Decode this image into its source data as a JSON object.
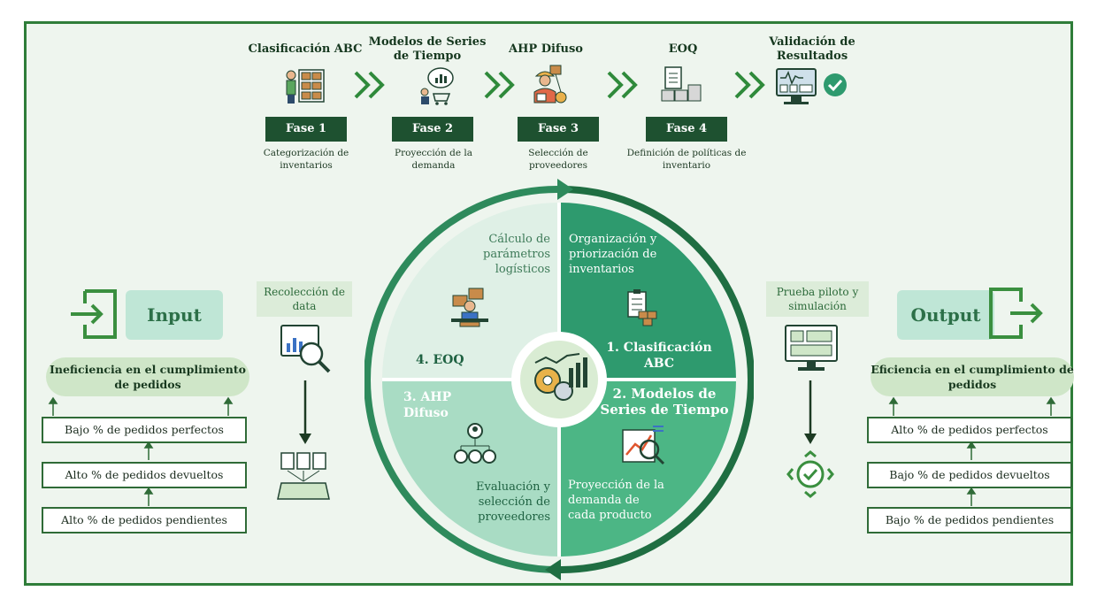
{
  "phases": [
    {
      "title": "Clasificación ABC",
      "label": "Fase 1",
      "desc": "Categorización de inventarios",
      "icon": "warehouse-worker-icon"
    },
    {
      "title": "Modelos de Series de Tiempo",
      "label": "Fase 2",
      "desc": "Proyección de la demanda",
      "icon": "forecast-shopper-icon"
    },
    {
      "title": "AHP Difuso",
      "label": "Fase 3",
      "desc": "Selección de proveedores",
      "icon": "supplier-worker-icon"
    },
    {
      "title": "EOQ",
      "label": "Fase 4",
      "desc": "Definición de políticas de inventario",
      "icon": "inventory-policy-icon"
    }
  ],
  "validation": {
    "title": "Validación de Resultados",
    "icon": "monitor-check-icon"
  },
  "input": {
    "label": "Input",
    "side_label": "Recolección de data",
    "pill": "Ineficiencia en el cumplimiento de pedidos",
    "rows": [
      "Bajo % de pedidos perfectos",
      "Alto % de pedidos devueltos",
      "Alto % de pedidos pendientes"
    ]
  },
  "output": {
    "label": "Output",
    "side_label": "Prueba piloto y simulación",
    "pill": "Eficiencia en el cumplimiento de pedidos",
    "rows": [
      "Alto % de pedidos perfectos",
      "Bajo % de pedidos devueltos",
      "Bajo % de pedidos pendientes"
    ]
  },
  "cycle": {
    "q1": {
      "text": "Organización y priorización de inventarios",
      "title": "1. Clasificación ABC"
    },
    "q2": {
      "text": "Proyección de la demanda de cada producto",
      "title": "2. Modelos de Series de Tiempo"
    },
    "q3": {
      "text": "Evaluación y selección de proveedores",
      "title": "3. AHP Difuso"
    },
    "q4": {
      "text": "Cálculo de parámetros logísticos",
      "title": "4. EOQ"
    }
  },
  "colors": {
    "frame": "#2f7d39",
    "dark": "#1e5130",
    "q1": "#2e9a6e",
    "q2": "#4cb685",
    "q3": "#a9dcc4",
    "q4": "#dff0e6"
  }
}
